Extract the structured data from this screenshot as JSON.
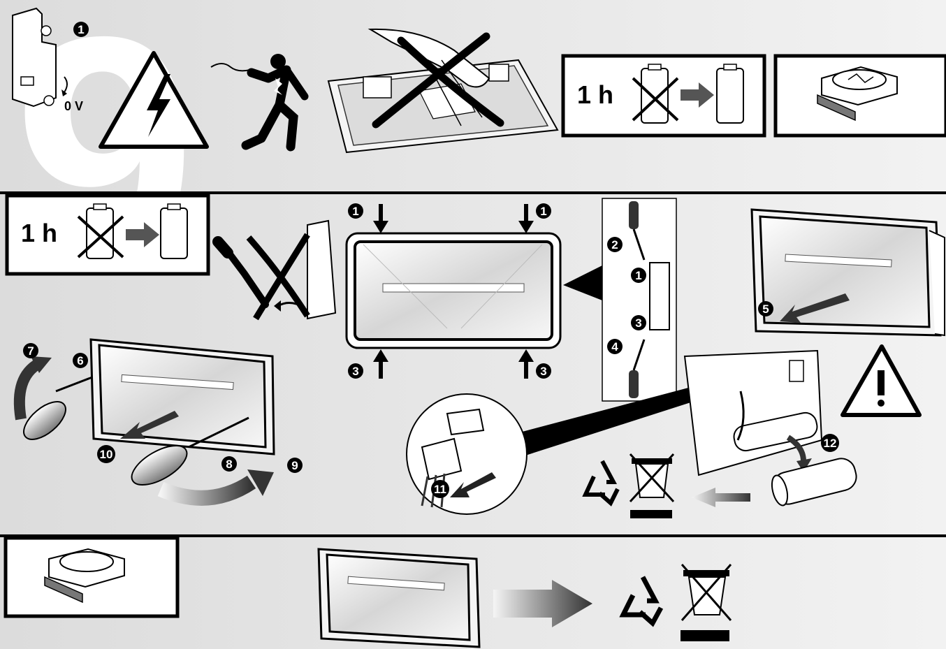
{
  "watermark_digit": "9",
  "row1": {
    "breaker_step": "1",
    "voltage_label": "0 V",
    "battery_box_time": "1 h"
  },
  "row2": {
    "battery_box_time": "1 h",
    "steps": [
      "1",
      "1",
      "3",
      "3",
      "2",
      "1",
      "3",
      "4",
      "5",
      "6",
      "7",
      "8",
      "9",
      "10",
      "11",
      "12"
    ]
  },
  "colors": {
    "background": "#e6e6e6",
    "divider": "#000000",
    "watermark": "#ffffff"
  },
  "icons": [
    "circuit-breaker-icon",
    "high-voltage-warning-icon",
    "electric-shock-icon",
    "crossed-hand-icon",
    "battery-icon",
    "fuse-icon",
    "screwdriver-icon",
    "recycle-icon",
    "weee-bin-icon",
    "warning-icon",
    "connector-icon"
  ]
}
